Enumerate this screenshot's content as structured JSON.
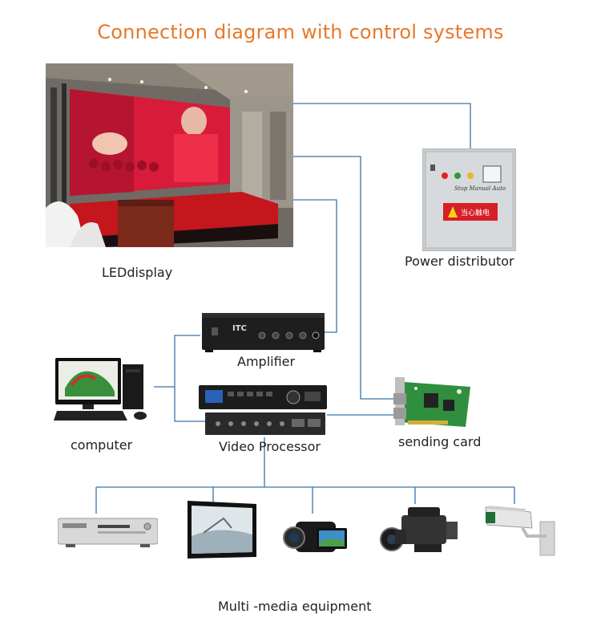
{
  "title": "Connection diagram with control systems",
  "labels": {
    "led_display": "LEDdisplay",
    "power_distributor": "Power distributor",
    "amplifier": "Amplifier",
    "computer": "computer",
    "video_processor": "Video Processor",
    "sending_card": "sending card",
    "multimedia": "Multi -media equipment"
  },
  "device_text": {
    "amp_brand": "ITC",
    "power_box_sign": "当心触电",
    "power_box_script": "Stop  Manual  Auto"
  },
  "colors": {
    "title": "#e8782a",
    "wire": "#3b74a8",
    "stage_red": "#c4161c",
    "led_bg": "#d81b3a"
  }
}
